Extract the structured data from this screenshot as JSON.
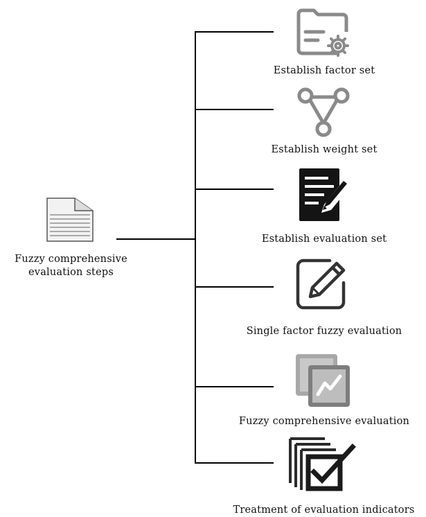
{
  "root": {
    "label_line1": "Fuzzy comprehensive",
    "label_line2": "evaluation steps",
    "icon": "document-icon"
  },
  "steps": [
    {
      "label": "Establish factor set",
      "icon": "folder-gear-icon"
    },
    {
      "label": "Establish weight set",
      "icon": "triangle-nodes-icon"
    },
    {
      "label": "Establish evaluation set",
      "icon": "form-edit-icon"
    },
    {
      "label": "Single factor fuzzy evaluation",
      "icon": "pencil-square-icon"
    },
    {
      "label": "Fuzzy comprehensive evaluation",
      "icon": "stacked-chart-icon"
    },
    {
      "label": "Treatment of evaluation indicators",
      "icon": "stacked-checkbox-icon"
    }
  ],
  "colors": {
    "line": "#000000",
    "icon_gray": "#888888",
    "icon_dark": "#1a1a1a"
  }
}
